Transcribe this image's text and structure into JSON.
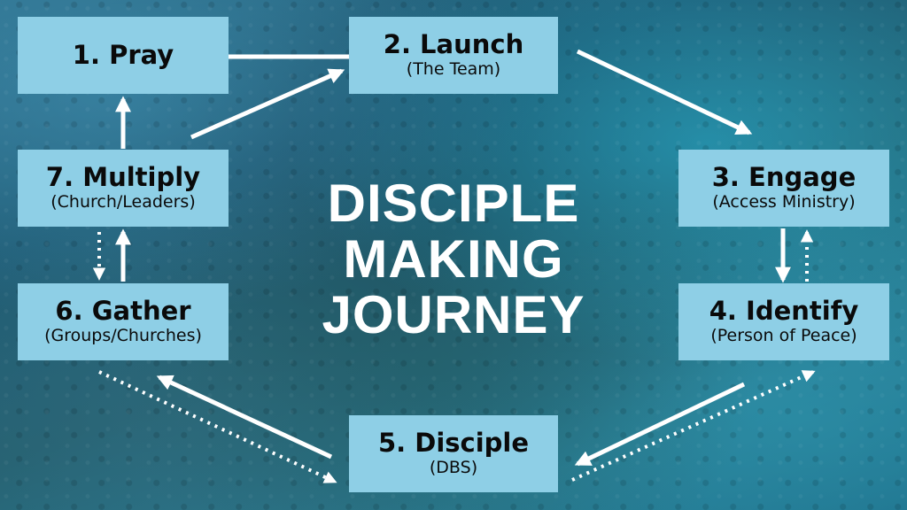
{
  "title": {
    "line1": "DISCIPLE",
    "line2": "MAKING",
    "line3": "JOURNEY"
  },
  "steps": {
    "pray": {
      "title": "1. Pray",
      "subtitle": ""
    },
    "launch": {
      "title": "2. Launch",
      "subtitle": "(The Team)"
    },
    "engage": {
      "title": "3. Engage",
      "subtitle": "(Access Ministry)"
    },
    "identify": {
      "title": "4. Identify",
      "subtitle": "(Person of Peace)"
    },
    "disciple": {
      "title": "5. Disciple",
      "subtitle": "(DBS)"
    },
    "gather": {
      "title": "6. Gather",
      "subtitle": "(Groups/Churches)"
    },
    "multiply": {
      "title": "7. Multiply",
      "subtitle": "(Church/Leaders)"
    }
  },
  "colors": {
    "box": "#8ecfe6",
    "arrow": "#ffffff",
    "text": "#0a0a0a",
    "background": "#1f5f77"
  }
}
